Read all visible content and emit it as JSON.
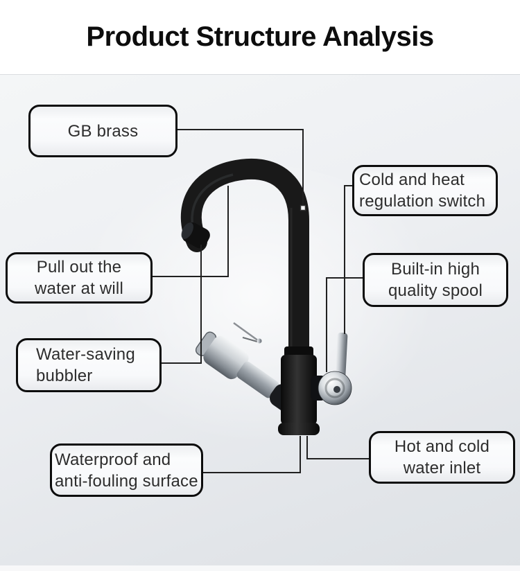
{
  "header": {
    "title": "Product Structure Analysis"
  },
  "callouts": {
    "gb_brass": {
      "line1": "GB brass"
    },
    "cold_heat": {
      "line1": "Cold and heat",
      "line2": "regulation switch"
    },
    "pull_out": {
      "line1": "Pull out the",
      "line2": "water at will"
    },
    "spool": {
      "line1": "Built-in high",
      "line2": "quality spool"
    },
    "bubbler": {
      "line1": "Water-saving",
      "line2": "bubbler"
    },
    "waterproof": {
      "line1": "Waterproof and",
      "line2": "anti-fouling surface"
    },
    "inlet": {
      "line1": "Hot and cold",
      "line2": "water inlet"
    }
  },
  "colors": {
    "header_background": "#ffffff",
    "scene_background_top": "#f4f6f7",
    "scene_background_bottom": "#dde1e5",
    "callout_border": "#0c0c0c",
    "callout_fill": "#f8f9fb",
    "text": "#2d2d2d",
    "connector_line": "#202020",
    "faucet_black": "#181818",
    "faucet_chrome": "#c7ccd1"
  }
}
